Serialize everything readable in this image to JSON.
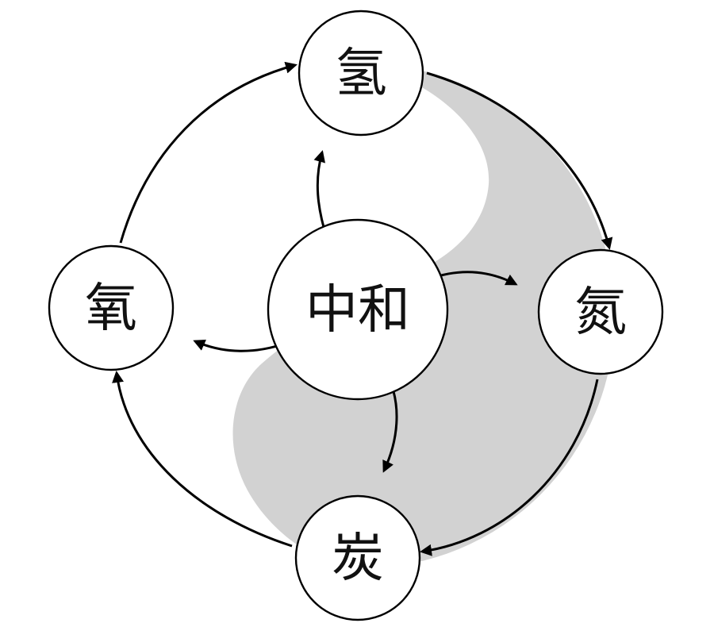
{
  "colors": {
    "background": "#ffffff",
    "shade": "#d2d2d2",
    "line": "#000000",
    "text": "#111111"
  },
  "nodes": {
    "hydrogen": "氢",
    "nitrogen": "氮",
    "carbon": "炭",
    "oxygen": "氧",
    "center": "中和"
  },
  "cycle": [
    {
      "from": "hydrogen",
      "to": "nitrogen"
    },
    {
      "from": "nitrogen",
      "to": "carbon"
    },
    {
      "from": "carbon",
      "to": "oxygen"
    },
    {
      "from": "oxygen",
      "to": "hydrogen"
    }
  ],
  "radiating": [
    {
      "from": "center",
      "toward": "hydrogen"
    },
    {
      "from": "center",
      "toward": "nitrogen"
    },
    {
      "from": "center",
      "toward": "carbon"
    },
    {
      "from": "center",
      "toward": "oxygen"
    }
  ]
}
